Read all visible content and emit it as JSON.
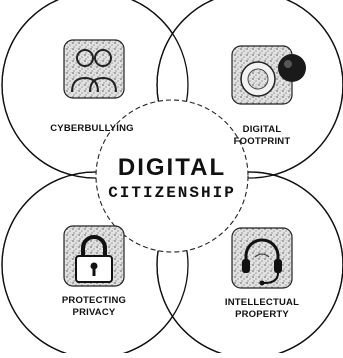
{
  "center": {
    "title": "DIGITAL",
    "subtitle": "CITIZENSHIP"
  },
  "topics": [
    {
      "label_lines": [
        "CYBERBULLYING"
      ],
      "icon": "people-icon"
    },
    {
      "label_lines": [
        "DIGITAL",
        "FOOTPRINT"
      ],
      "icon": "footprint-icon"
    },
    {
      "label_lines": [
        "PROTECTING",
        "PRIVACY"
      ],
      "icon": "padlock-icon"
    },
    {
      "label_lines": [
        "INTELLECTUAL",
        "PROPERTY"
      ],
      "icon": "headset-icon"
    }
  ]
}
